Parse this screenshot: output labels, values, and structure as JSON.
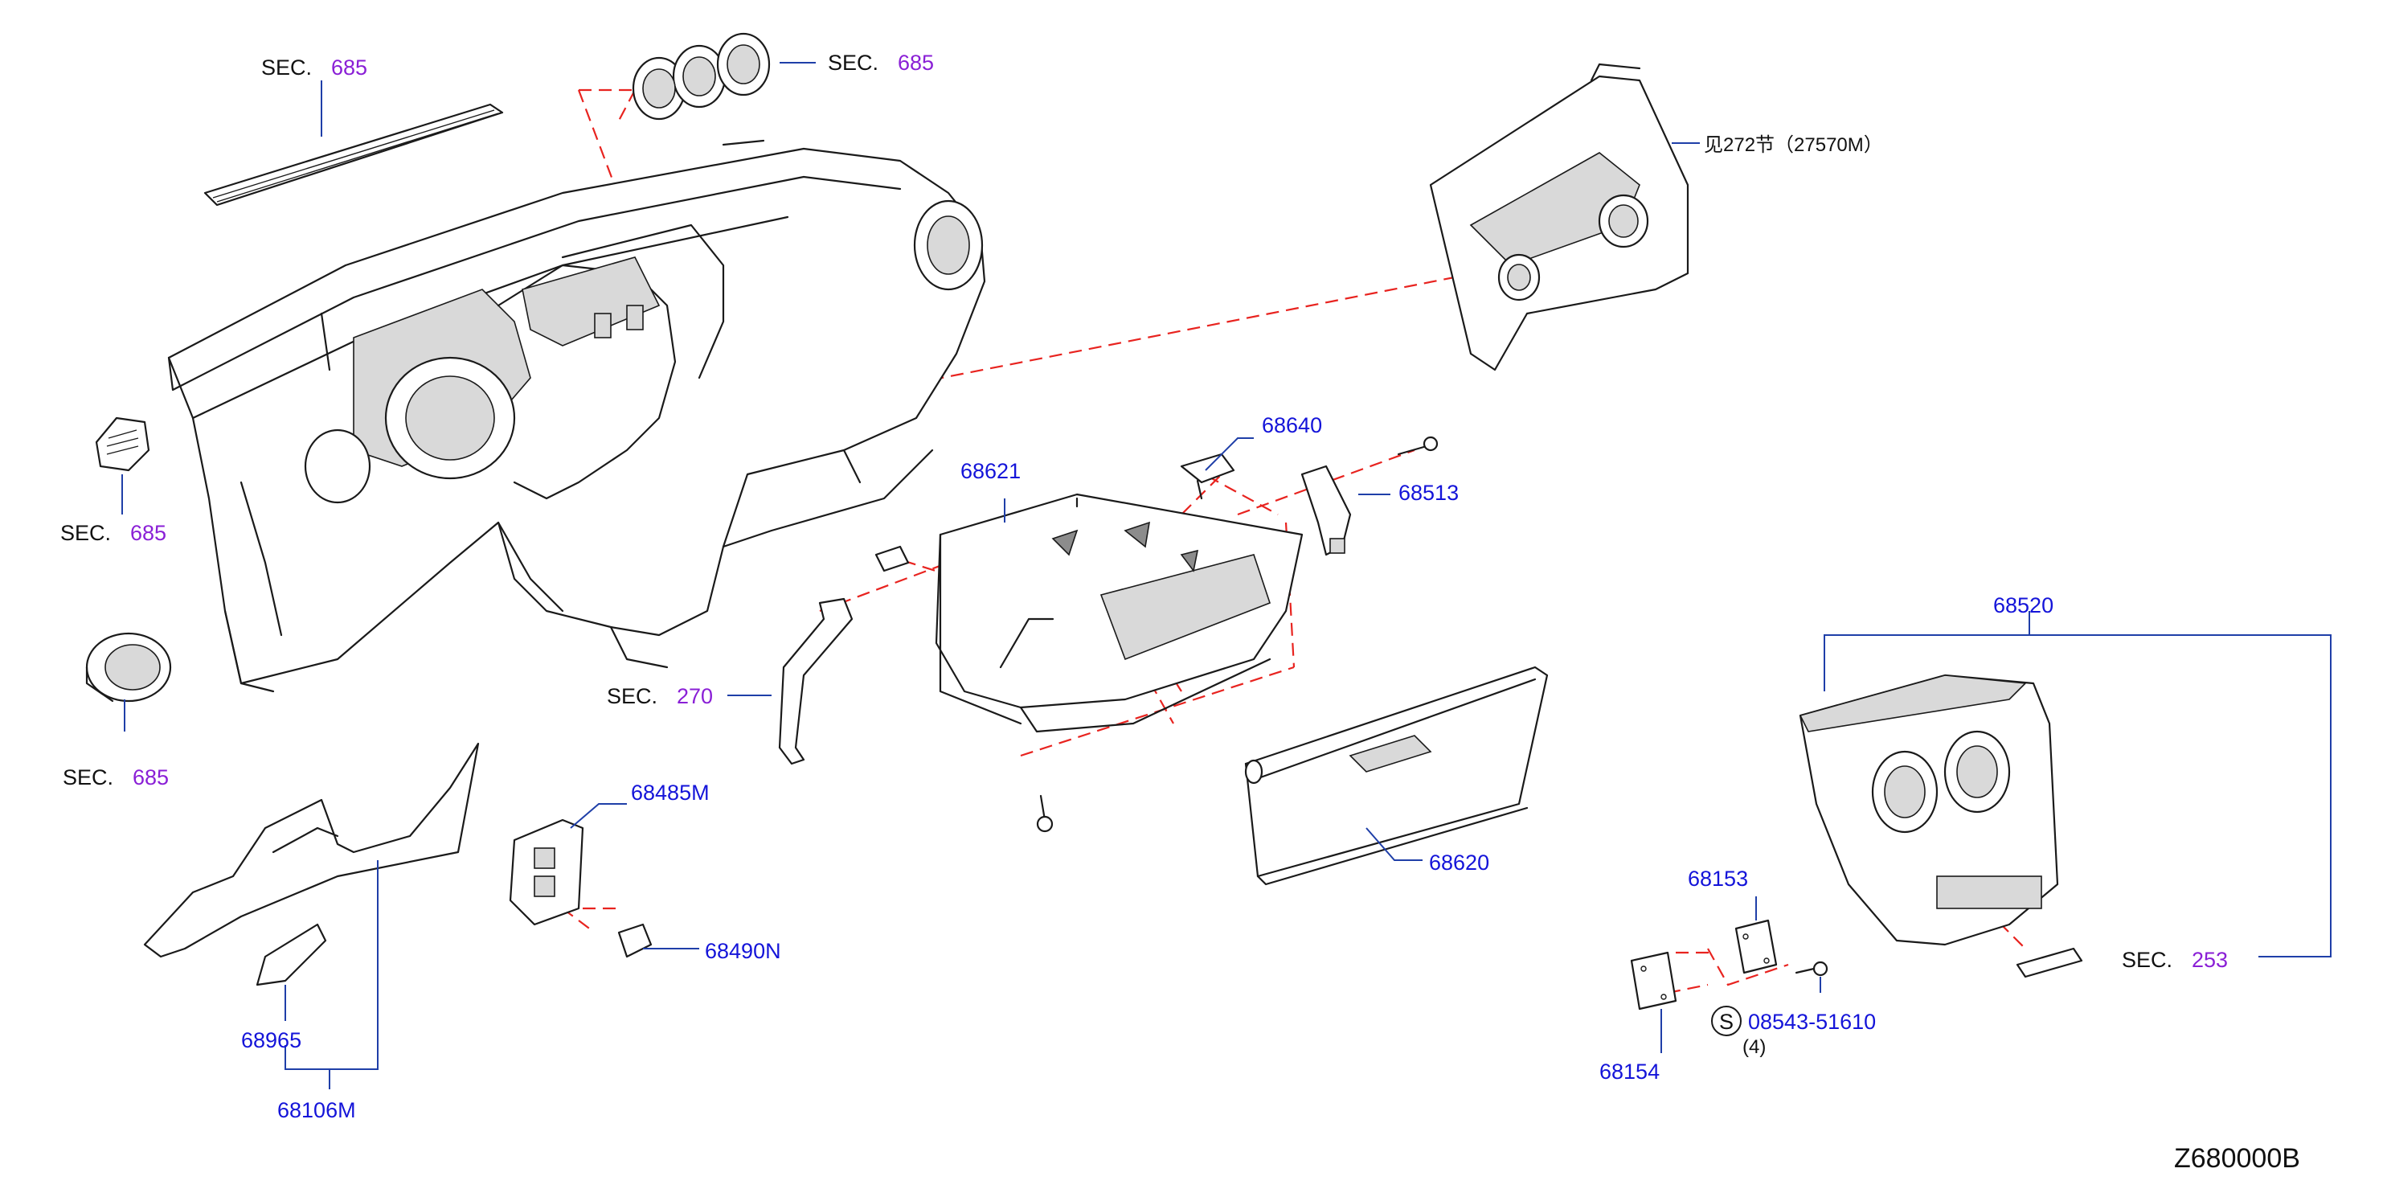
{
  "colors": {
    "part_number": "#1414d9",
    "section_number": "#8a1fd6",
    "leader_line": "#1f3fa8",
    "dashed_relation": "#e8231f",
    "line_art": "#1a1a1a"
  },
  "section_labels": [
    {
      "id": "sec-685-top-left",
      "prefix": "SEC.",
      "number": "685"
    },
    {
      "id": "sec-685-top-center",
      "prefix": "SEC.",
      "number": "685"
    },
    {
      "id": "sec-685-left-mid",
      "prefix": "SEC.",
      "number": "685"
    },
    {
      "id": "sec-685-left-low",
      "prefix": "SEC.",
      "number": "685"
    },
    {
      "id": "sec-270",
      "prefix": "SEC.",
      "number": "270"
    },
    {
      "id": "sec-253",
      "prefix": "SEC.",
      "number": "253"
    }
  ],
  "part_labels": {
    "p68640": "68640",
    "p68621": "68621",
    "p68513": "68513",
    "p68520": "68520",
    "p68485M": "68485M",
    "p68490N": "68490N",
    "p68620": "68620",
    "p68153": "68153",
    "p68154": "68154",
    "p68965": "68965",
    "p68106M": "68106M",
    "p08543": "08543-51610"
  },
  "screw_symbol": "S",
  "screw_quantity": "(4)",
  "reference_note": "见272节（27570M）",
  "diagram_code": "Z680000B"
}
